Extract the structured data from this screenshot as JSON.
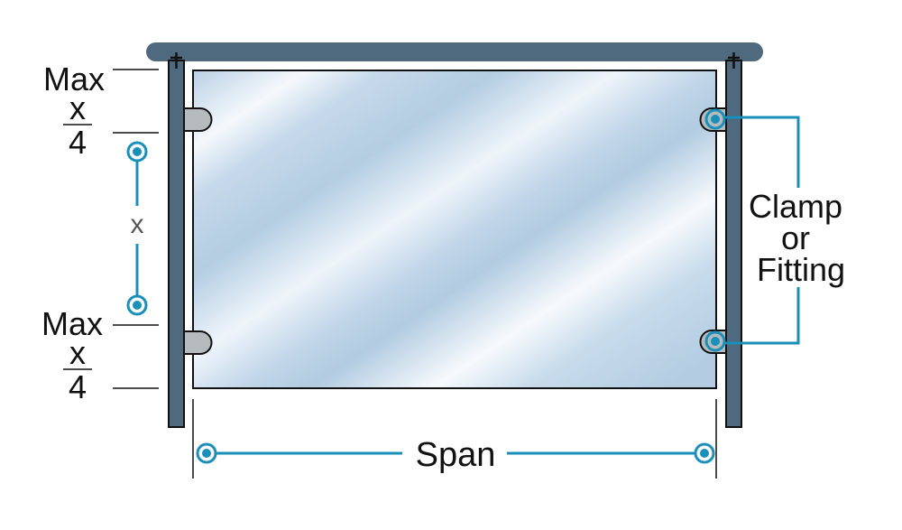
{
  "labels": {
    "top_max": "Max",
    "top_x": "x",
    "top_denominator": "4",
    "spacing_x": "x",
    "bottom_max": "Max",
    "bottom_x": "x",
    "bottom_denominator": "4",
    "clamp_line1": "Clamp",
    "clamp_line2": "or",
    "clamp_line3": "Fitting",
    "span": "Span"
  },
  "colors": {
    "accent": "#1a8fba",
    "post": "#4f6a7e",
    "clamp": "#b5babc",
    "glass": "#b4cde2"
  }
}
